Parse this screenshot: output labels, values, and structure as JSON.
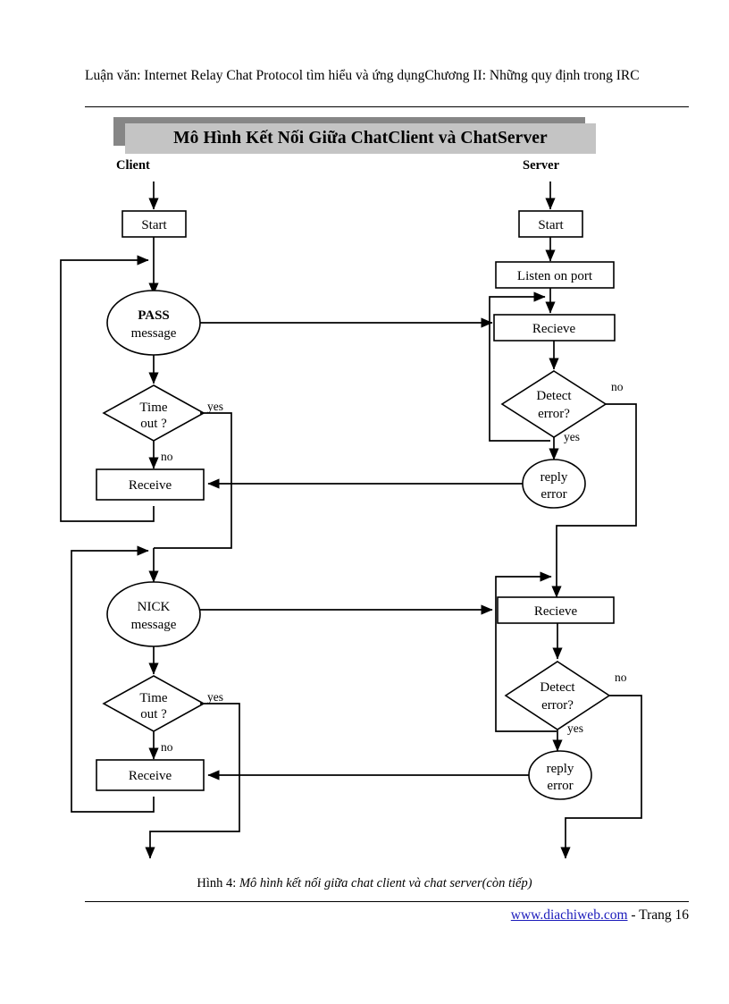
{
  "header": {
    "running_head": "Luận văn: Internet Relay Chat Protocol tìm hiểu và ứng dụngChương II: Những quy định trong IRC"
  },
  "banner": {
    "title": "Mô Hình Kết Nối Giữa ChatClient và ChatServer",
    "shadow_color": "#868686",
    "fill_color": "#c4c4c4"
  },
  "columns": {
    "client_label": "Client",
    "server_label": "Server"
  },
  "flowchart": {
    "client": {
      "start": "Start",
      "pass_message_line1": "PASS",
      "pass_message_line2": "message",
      "timeout_line1": "Time",
      "timeout_line2": "out ?",
      "timeout_yes": "yes",
      "timeout_no": "no",
      "receive": "Receive",
      "nick_message_line1": "NICK",
      "nick_message_line2": "message",
      "timeout2_line1": "Time",
      "timeout2_line2": "out ?",
      "timeout2_yes": "yes",
      "timeout2_no": "no",
      "receive2": "Receive"
    },
    "server": {
      "start": "Start",
      "listen": "Listen on port",
      "recieve": "Recieve",
      "detect_line1": "Detect",
      "detect_line2": "error?",
      "detect_no": "no",
      "detect_yes": "yes",
      "reply_line1": "reply",
      "reply_line2": "error",
      "recieve2": "Recieve",
      "detect2_line1": "Detect",
      "detect2_line2": "error?",
      "detect2_no": "no",
      "detect2_yes": "yes",
      "reply2_line1": "reply",
      "reply2_line2": "error"
    }
  },
  "caption": {
    "prefix": "Hình 4: ",
    "italic": "Mô hình kết nối giữa chat client và chat server(còn tiếp)"
  },
  "footer": {
    "link": "www.diachiweb.com",
    "page": " - Trang 16",
    "link_color": "#1b1bbb"
  }
}
